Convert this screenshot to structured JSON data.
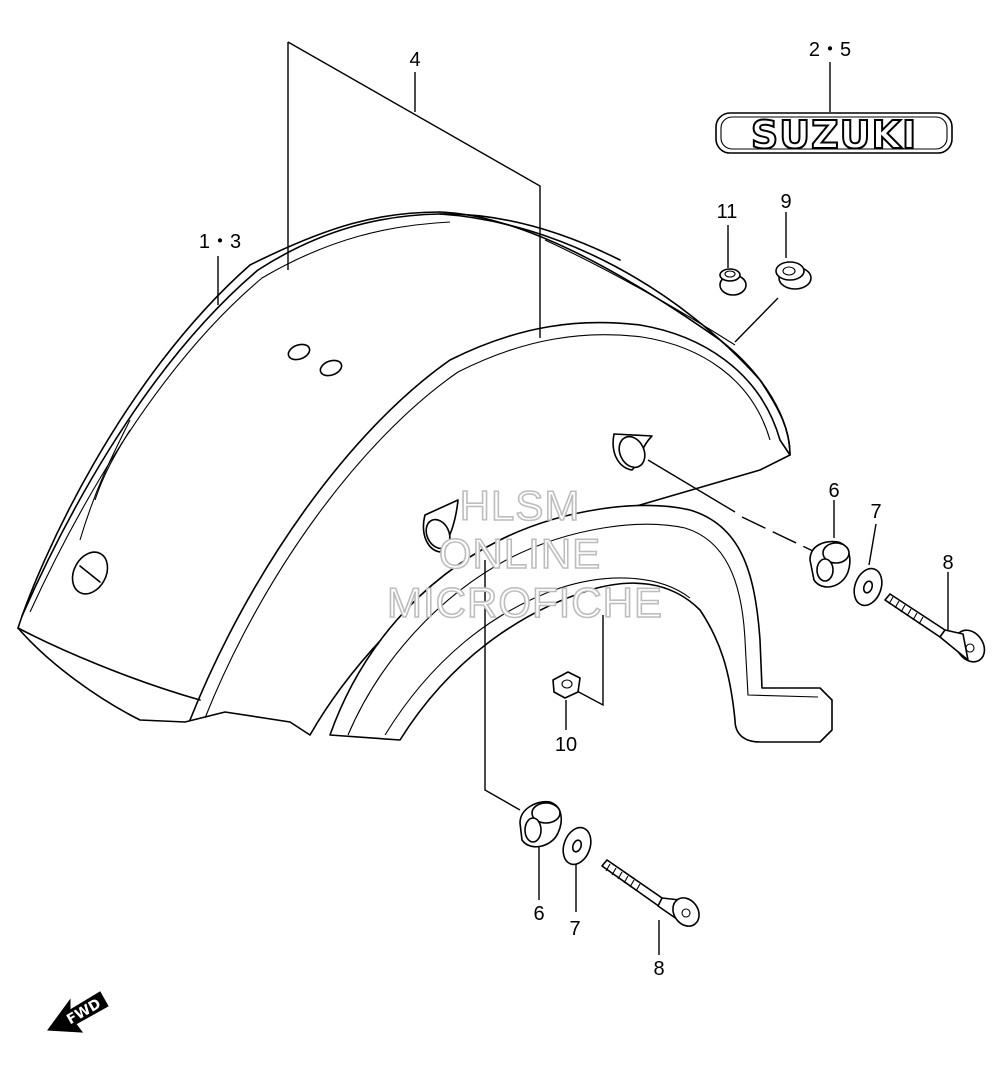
{
  "callouts": {
    "c13": "1・3",
    "c4": "4",
    "c25": "2・5",
    "c11": "11",
    "c9": "9",
    "c6a": "6",
    "c7a": "7",
    "c8a": "8",
    "c10": "10",
    "c6b": "6",
    "c7b": "7",
    "c8b": "8"
  },
  "emblem": {
    "text": "SUZUKI"
  },
  "watermark": {
    "line1": "HLSM",
    "line2": "ONLINE",
    "line3": "MICROFICHE"
  },
  "direction_arrow": {
    "text": "FWD"
  }
}
